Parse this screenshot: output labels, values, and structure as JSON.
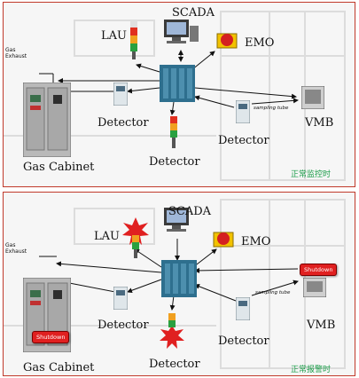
{
  "panels": [
    {
      "labels": {
        "scada": "SCADA",
        "lau": "LAU",
        "emo": "EMO",
        "gas_exhaust": "Gas\nExhaust",
        "detector_left": "Detector",
        "detector_center": "Detector",
        "detector_right": "Detector",
        "gas_cabinet": "Gas Cabinet",
        "vmb": "VMB",
        "sampling_tube": "sampling tube"
      },
      "status": "正常监控时"
    },
    {
      "labels": {
        "scada": "SCADA",
        "lau": "LAU",
        "emo": "EMO",
        "gas_exhaust": "Gas\nExhaust",
        "detector_left": "Detector",
        "detector_center": "Detector",
        "detector_right": "Detector",
        "gas_cabinet": "Gas Cabinet",
        "vmb": "VMB",
        "sampling_tube": "sampling tube",
        "shutdown_vmb": "Shutdown",
        "shutdown_cabinet": "Shutdown"
      },
      "status": "正常报警时"
    }
  ],
  "colors": {
    "frame": "#c0392b",
    "status_text": "#1a9c48",
    "shutdown_bg": "#e02020",
    "plc_blue": "#2e6f8e",
    "emo_yellow": "#f2c200",
    "emo_red": "#d42020"
  },
  "icons": [
    "signal-tower-icon",
    "monitor-icon",
    "emo-button-icon",
    "plc-controller-icon",
    "gas-detector-icon",
    "gas-cabinet-icon",
    "vmb-icon",
    "alarm-burst-icon"
  ]
}
